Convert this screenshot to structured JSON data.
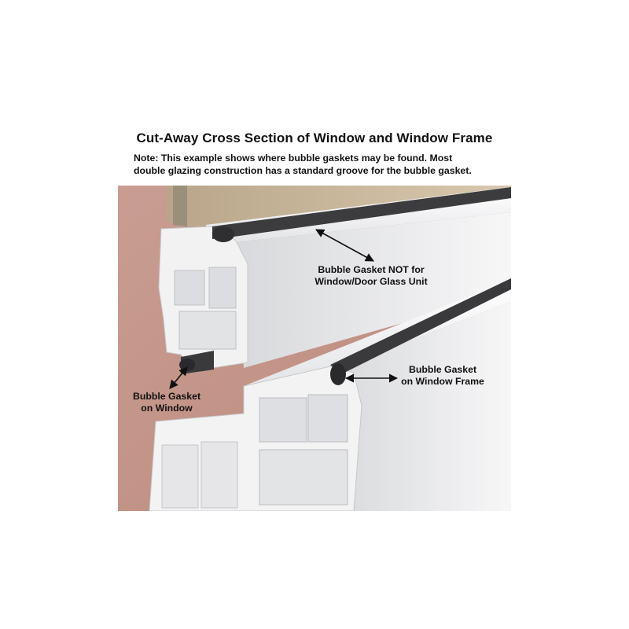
{
  "title": "Cut-Away Cross Section of Window and Window Frame",
  "note": {
    "line1": "Note: This example shows where bubble gaskets may be found. Most",
    "line2": "double glazing construction has a standard groove for the bubble gasket."
  },
  "labels": {
    "not_for_glass": {
      "line1": "Bubble Gasket NOT for",
      "line2": "Window/Door Glass Unit"
    },
    "on_frame": {
      "line1": "Bubble Gasket",
      "line2": "on Window Frame"
    },
    "on_window": {
      "line1": "Bubble Gasket",
      "line2": "on Window"
    }
  },
  "colors": {
    "background": "#ffffff",
    "wall": "#c69d92",
    "glass": "#c9b89c",
    "pvc": "#f4f4f4",
    "gasket": "#3a3a3a",
    "text": "#111111"
  }
}
